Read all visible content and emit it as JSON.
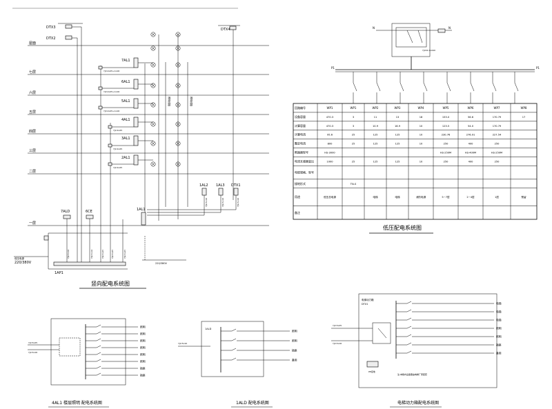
{
  "riser": {
    "title": "竖向配电系统图",
    "floors": [
      "屋面",
      "七层",
      "六层",
      "五层",
      "四层",
      "三层",
      "二层",
      "一层"
    ],
    "boxes": [
      "7AL1",
      "6AL1",
      "5AL1",
      "4AL1",
      "3AL1",
      "2AL1",
      "1AL1"
    ],
    "top_labels": [
      "DTX3",
      "DTX2",
      "DTX4"
    ],
    "bottom_boxes": [
      "7ALD",
      "6CE",
      "1AL2",
      "1AL3",
      "DTX1"
    ],
    "main_panel": "1AP1",
    "incoming": "220/380V"
  },
  "lv_system": {
    "title": "低压配电系统图",
    "header_row": [
      "回路编号",
      "WP1",
      "WP1",
      "WP2",
      "WP3",
      "WP4",
      "WP5",
      "WP6",
      "WP7",
      "WP8"
    ],
    "row_labels": [
      "设备容量",
      "计算容量",
      "计算电流",
      "整定电流",
      "断路器型号",
      "电流互感器变比",
      "电缆规格、型号",
      "接地形式",
      "用途",
      "备注"
    ],
    "cells": [
      [
        "470.3",
        "3",
        "11",
        "13",
        "18",
        "153.0",
        "56.6",
        "170.79",
        "17"
      ],
      [
        "470.3",
        "3",
        "10.9",
        "18.9",
        "10",
        "123.5",
        "54.0",
        "170.79",
        ""
      ],
      [
        "95.6",
        "25",
        "125",
        "125",
        "10",
        "230.76",
        "276.91",
        "227.54",
        ""
      ],
      [
        "800",
        "25",
        "125",
        "125",
        "10",
        "250",
        "400",
        "250",
        ""
      ],
      [
        "HS-3000",
        "",
        "",
        "",
        "",
        "HS-250M",
        "HS-400M",
        "HS-250M",
        ""
      ],
      [
        "1000",
        "25",
        "125",
        "125",
        "10",
        "250",
        "400",
        "250",
        ""
      ],
      [
        "",
        "",
        "",
        "",
        "",
        "",
        "",
        "",
        ""
      ],
      [
        "",
        "TN-S",
        "",
        "",
        "",
        "",
        "",
        "",
        ""
      ],
      [
        "低压总电源",
        "",
        "电梯",
        "电梯",
        "消防电源",
        "5~7层",
        "2~4层",
        "1层",
        "预留"
      ],
      [
        "",
        "",
        "",
        "",
        "",
        "",
        "",
        "",
        ""
      ]
    ]
  },
  "small_panels": [
    {
      "title": "4AL1  楼层照明  配电系统图"
    },
    {
      "title": "1ALD  配电系统图"
    },
    {
      "title": "电梯动力箱配电系统图"
    }
  ],
  "panel_rows": {
    "left": [
      "照明",
      "照明",
      "照明",
      "照明",
      "照明",
      "照明",
      "插座",
      "插座"
    ],
    "middle": [
      "照明",
      "照明",
      "插座",
      "备用"
    ],
    "right": [
      "电梯",
      "电梯",
      "电梯",
      "照明",
      "照明",
      "插座",
      "备用"
    ]
  }
}
